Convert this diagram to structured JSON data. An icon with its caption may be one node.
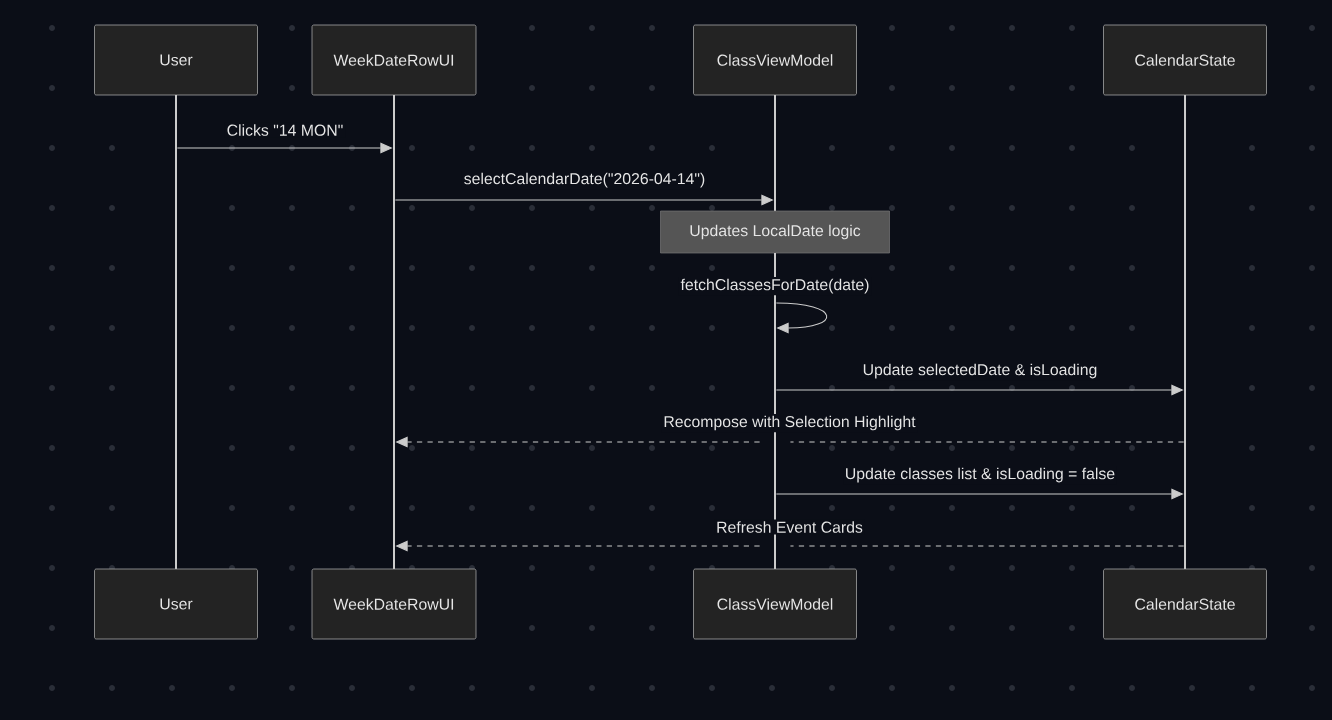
{
  "diagram": {
    "nodes": [
      {
        "text": [
          "User"
        ]
      },
      {
        "text": [
          "WeekDateRowUI"
        ]
      },
      {
        "text": [
          "ClassViewModel"
        ]
      },
      {
        "text": [
          "CalendarState"
        ]
      },
      {
        "text": [],
        "shape": "bar"
      },
      {
        "text": [],
        "shape": "bar"
      },
      {
        "text": [],
        "shape": "bar"
      },
      {
        "text": [],
        "shape": "bar"
      },
      {
        "text": [
          "Updates LocalDate logic"
        ]
      },
      {
        "text": [],
        "shape": "bar"
      },
      {
        "text": [
          "User"
        ]
      },
      {
        "text": [
          "WeekDateRowUI"
        ]
      },
      {
        "text": [
          "ClassViewModel"
        ]
      },
      {
        "text": [
          "CalendarState"
        ]
      }
    ],
    "edges": [
      {
        "from": 4,
        "to": 5,
        "arrow": "to",
        "label": "Clicks \"14 MON\""
      },
      {
        "from": 5,
        "to": 6,
        "arrow": "to",
        "label": "selectCalendarDate(\"2026-04-14\")"
      },
      {
        "from": 9,
        "to": 9,
        "arrow": "to",
        "label": "fetchClassesForDate(date)"
      },
      {
        "from": 9,
        "to": 7,
        "arrow": "to",
        "label": "Update selectedDate & isLoading"
      },
      {
        "from": 7,
        "to": 5,
        "arrow": "to",
        "label": "Recompose with Selection Highlight",
        "style": "dashed"
      },
      {
        "from": 9,
        "to": 7,
        "arrow": "to",
        "label": "Update classes list & isLoading = false"
      },
      {
        "from": 7,
        "to": 5,
        "arrow": "to",
        "label": "Refresh Event Cards",
        "style": "dashed"
      }
    ]
  }
}
